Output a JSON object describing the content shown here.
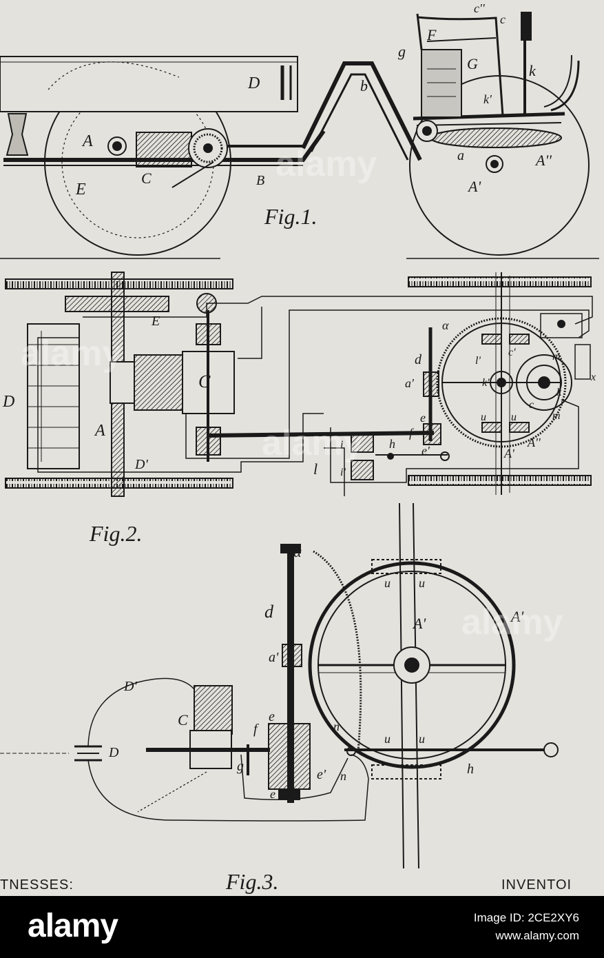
{
  "figures": {
    "fig1_title": "Fig.1.",
    "fig2_title": "Fig.2.",
    "fig3_title": "Fig.3."
  },
  "fig1_labels": {
    "D": "D",
    "A": "A",
    "E": "E",
    "C": "C",
    "B": "B",
    "b": "b",
    "g": "g",
    "F": "F",
    "G": "G",
    "k": "k",
    "k_prime": "k'",
    "a": "a",
    "A_prime": "A'",
    "A_dprime": "A''",
    "c": "c",
    "c_dprime": "c''"
  },
  "fig2_labels": {
    "D": "D",
    "E": "E",
    "C": "C",
    "A": "A",
    "D_prime": "D'",
    "l": "l",
    "d": "d",
    "a_prime": "a'",
    "e": "e",
    "e_prime": "e'",
    "f": "f",
    "h": "h",
    "i": "i",
    "i_prime": "i'",
    "alpha": "α",
    "l_prime": "l'",
    "c_prime": "c'",
    "k_prime": "k'",
    "k": "k",
    "m": "m",
    "m2": "m",
    "c": "c",
    "u1": "u",
    "u2": "u",
    "A_dprime": "A''",
    "A_prime": "A'",
    "x": "x"
  },
  "fig3_labels": {
    "d": "d",
    "alpha": "α",
    "a_prime": "a'",
    "A_prime_inner": "A'",
    "A_prime_outer": "A'",
    "u_top1": "u",
    "u_top2": "u",
    "u_bot1": "u",
    "u_bot2": "u",
    "D_prime": "D'",
    "D": "D",
    "C": "C",
    "f": "f",
    "e": "e",
    "e_prime": "e'",
    "e_low": "e",
    "g": "g",
    "n1": "n",
    "n2": "n",
    "h": "h"
  },
  "text": {
    "witnesses": "TNESSES:",
    "inventor": "INVENTOI"
  },
  "footer": {
    "logo": "alamy",
    "image_id": "Image ID: 2CE2XY6",
    "url": "www.alamy.com"
  },
  "watermark": "alamy",
  "colors": {
    "paper": "#e4e2dc",
    "ink": "#1a1a1a",
    "footer_bg": "#000000",
    "footer_text": "#ffffff"
  }
}
